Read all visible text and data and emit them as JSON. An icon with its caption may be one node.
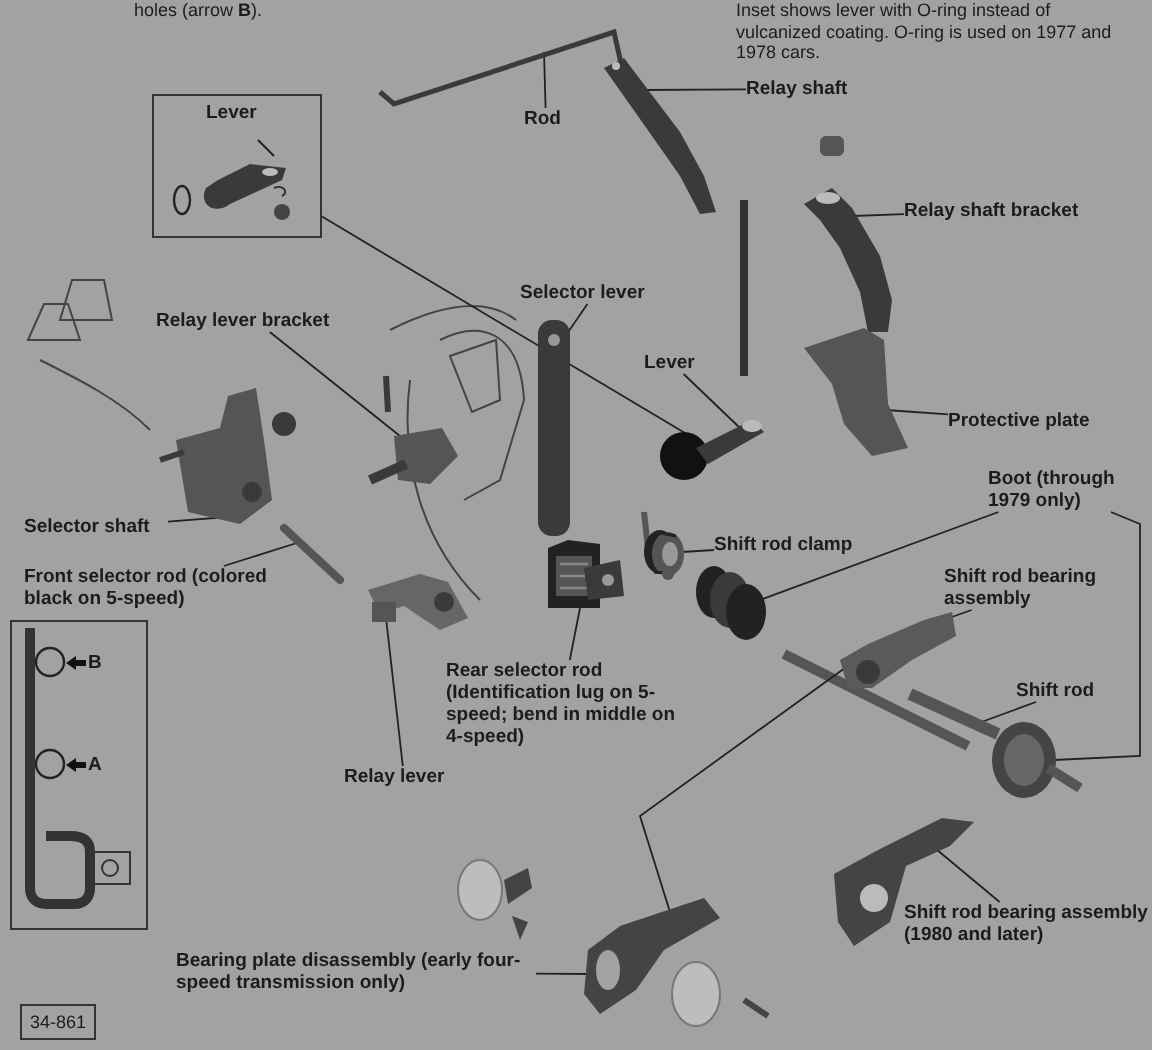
{
  "diagram": {
    "nodes": [
      {
        "text": [
          "Rod"
        ]
      },
      {
        "text": [],
        "shape": "picture"
      },
      {
        "text": [
          "Relay shaft"
        ]
      },
      {
        "text": [],
        "shape": "picture"
      },
      {
        "text": [
          "Lever"
        ]
      },
      {
        "text": [
          "Relay shaft bracket"
        ]
      },
      {
        "text": [],
        "shape": "picture"
      },
      {
        "text": [
          "Selector lever"
        ]
      },
      {
        "text": [],
        "shape": "picture"
      },
      {
        "text": [
          "Relay lever bracket"
        ]
      },
      {
        "text": [],
        "shape": "picture"
      },
      {
        "text": [
          "Lever"
        ]
      },
      {
        "text": [],
        "shape": "picture"
      },
      {
        "text": [
          "Protective plate"
        ]
      },
      {
        "text": [],
        "shape": "picture"
      },
      {
        "text": [
          "Selector shaft"
        ]
      },
      {
        "text": [],
        "shape": "picture"
      },
      {
        "text": [
          "Boot (through 1979 only)"
        ]
      },
      {
        "text": [],
        "shape": "picture"
      },
      {
        "text": [
          "Shift rod clamp"
        ]
      },
      {
        "text": [],
        "shape": "picture"
      },
      {
        "text": [
          "Front selector rod (colored black on 5-speed)"
        ]
      },
      {
        "text": [],
        "shape": "picture"
      },
      {
        "text": [
          "Shift rod bearing assembly"
        ]
      },
      {
        "text": [],
        "shape": "picture"
      },
      {
        "text": [
          "B",
          "A"
        ]
      },
      {
        "text": [
          "Rear selector rod (Identification lug on 5-speed; bend in middle on 4-speed)"
        ]
      },
      {
        "text": [],
        "shape": "picture"
      },
      {
        "text": [
          "Shift rod"
        ]
      },
      {
        "text": [],
        "shape": "picture"
      },
      {
        "text": [],
        "shape": "picture"
      },
      {
        "text": [
          "Relay lever"
        ]
      },
      {
        "text": [],
        "shape": "picture"
      },
      {
        "text": [
          "Shift rod bearing assembly (1980 and later)"
        ]
      },
      {
        "text": [],
        "shape": "picture"
      },
      {
        "text": [
          "Bearing plate disassembly (early four-speed transmission only)"
        ]
      },
      {
        "text": [],
        "shape": "picture"
      },
      {
        "text": [
          "34-861"
        ]
      }
    ],
    "edges": [
      {
        "from": 0,
        "to": 1,
        "arrow": "none"
      },
      {
        "from": 2,
        "to": 3,
        "arrow": "none"
      },
      {
        "from": 4,
        "to": 12,
        "arrow": "none"
      },
      {
        "from": 5,
        "to": 6,
        "arrow": "none"
      },
      {
        "from": 7,
        "to": 8,
        "arrow": "none"
      },
      {
        "from": 9,
        "to": 10,
        "arrow": "none"
      },
      {
        "from": 11,
        "to": 12,
        "arrow": "none"
      },
      {
        "from": 13,
        "to": 14,
        "arrow": "none"
      },
      {
        "from": 15,
        "to": 16,
        "arrow": "none"
      },
      {
        "from": 17,
        "to": 18,
        "arrow": "none"
      },
      {
        "from": 17,
        "to": 30,
        "arrow": "none"
      },
      {
        "from": 19,
        "to": 20,
        "arrow": "none"
      },
      {
        "from": 21,
        "to": 22,
        "arrow": "none"
      },
      {
        "from": 23,
        "to": 24,
        "arrow": "none"
      },
      {
        "from": 26,
        "to": 27,
        "arrow": "none"
      },
      {
        "from": 28,
        "to": 29,
        "arrow": "none"
      },
      {
        "from": 31,
        "to": 32,
        "arrow": "none"
      },
      {
        "from": 33,
        "to": 34,
        "arrow": "none"
      },
      {
        "from": 35,
        "to": 36,
        "arrow": "none"
      },
      {
        "from": 36,
        "to": 24,
        "arrow": "none"
      }
    ],
    "labels": [
      "holes (arrow **B**).",
      "Inset shows lever with O-ring instead of vulcanized coating. O-ring is used on 1977 and 1978 cars."
    ]
  }
}
